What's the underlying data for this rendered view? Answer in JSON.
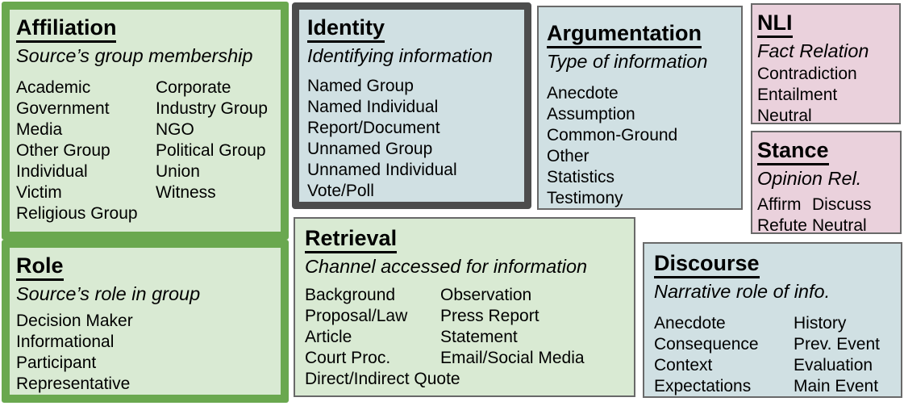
{
  "figure": "source-annotation-taxonomy",
  "colors": {
    "green_fill": "#d9ead3",
    "green_border": "#6aa84f",
    "blue_fill": "#d0e0e3",
    "pink_fill": "#ead1dc",
    "dark_border": "#4d4d4d",
    "thin_border": "#696969"
  },
  "boxes": {
    "affiliation": {
      "title": "Affiliation",
      "subtitle": "Source’s group membership",
      "col1": [
        "Academic",
        "Government",
        "Media",
        "Other Group",
        "Individual",
        "Victim"
      ],
      "col2": [
        "Corporate",
        "Industry Group",
        "NGO",
        "Political Group",
        "Union",
        "Witness"
      ],
      "tail": "Religious Group"
    },
    "identity": {
      "title": "Identity",
      "subtitle": "Identifying information",
      "items": [
        "Named Group",
        "Named Individual",
        "Report/Document",
        "Unnamed Group",
        "Unnamed Individual",
        "Vote/Poll"
      ]
    },
    "argumentation": {
      "title": "Argumentation",
      "subtitle": "Type of information",
      "items": [
        "Anecdote",
        "Assumption",
        "Common-Ground",
        "Other",
        "Statistics",
        "Testimony"
      ]
    },
    "nli": {
      "title": "NLI",
      "subtitle": "Fact Relation",
      "items": [
        "Contradiction",
        "Entailment",
        "Neutral"
      ]
    },
    "stance": {
      "title": "Stance",
      "subtitle": "Opinion Rel.",
      "col1": [
        "Affirm",
        "Refute"
      ],
      "col2": [
        "Discuss",
        "Neutral"
      ]
    },
    "role": {
      "title": "Role",
      "subtitle": "Source’s role in group",
      "items": [
        "Decision Maker",
        "Informational",
        "Participant",
        "Representative"
      ]
    },
    "retrieval": {
      "title": "Retrieval",
      "subtitle": "Channel accessed for information",
      "col1": [
        "Background",
        "Proposal/Law",
        "Article",
        "Court Proc."
      ],
      "col2": [
        "Observation",
        "Press Report",
        "Statement",
        "Email/Social Media"
      ],
      "tail": "Direct/Indirect Quote"
    },
    "discourse": {
      "title": "Discourse",
      "subtitle": "Narrative role of info.",
      "col1": [
        "Anecdote",
        "Consequence",
        "Context",
        "Expectations"
      ],
      "col2": [
        "History",
        "Prev. Event",
        "Evaluation",
        "Main Event"
      ]
    }
  }
}
